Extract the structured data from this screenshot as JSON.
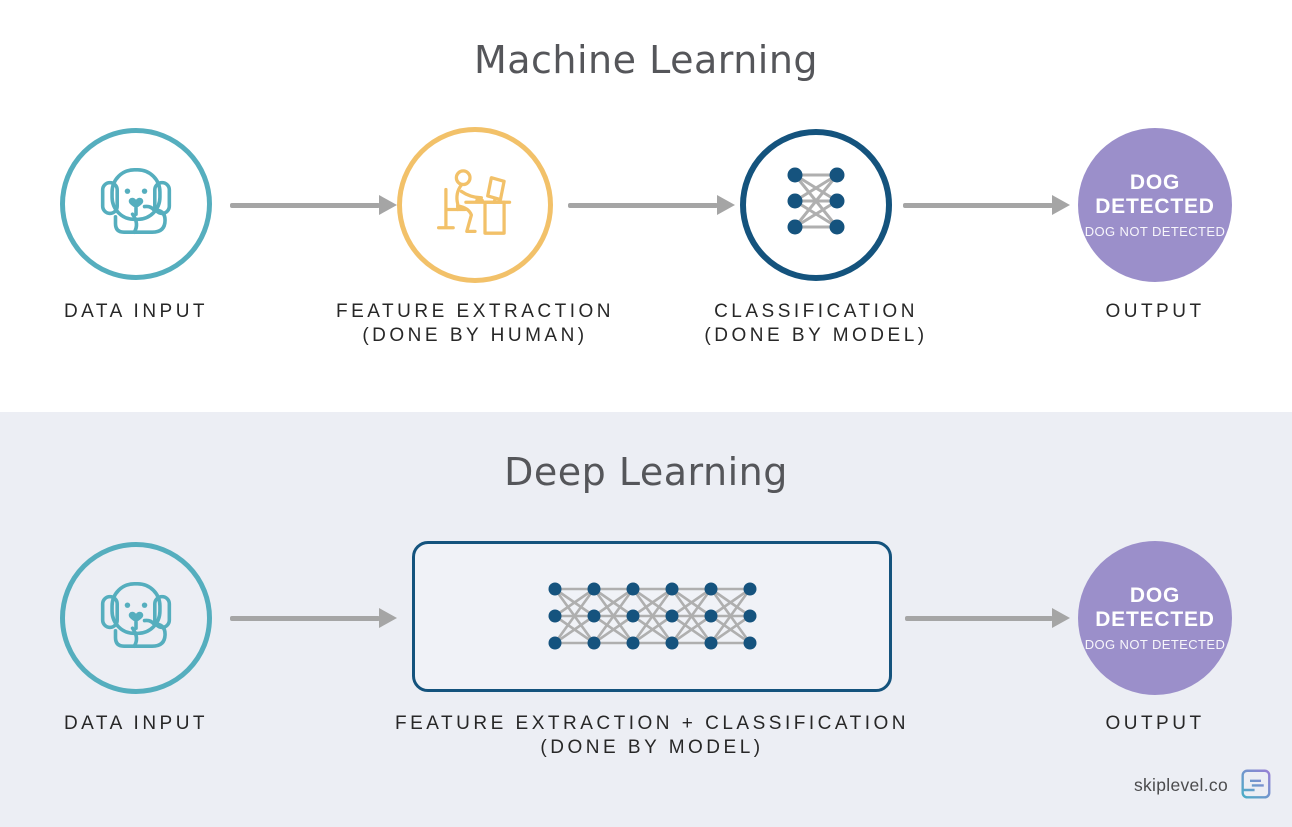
{
  "machine_learning": {
    "title": "Machine Learning",
    "data_input_label": "DATA INPUT",
    "feature_extraction_label": "FEATURE EXTRACTION",
    "feature_extraction_sub": "(DONE BY HUMAN)",
    "classification_label": "CLASSIFICATION",
    "classification_sub": "(DONE BY MODEL)",
    "output_label": "OUTPUT",
    "output_detected": "DOG DETECTED",
    "output_not_detected": "DOG NOT DETECTED"
  },
  "deep_learning": {
    "title": "Deep Learning",
    "data_input_label": "DATA INPUT",
    "box_label": "FEATURE EXTRACTION + CLASSIFICATION",
    "box_sub": "(DONE BY MODEL)",
    "output_label": "OUTPUT",
    "output_detected": "DOG DETECTED",
    "output_not_detected": "DOG NOT DETECTED"
  },
  "footer": {
    "brand": "skiplevel.co"
  },
  "icons": {
    "data_input": "dog-icon",
    "feature_extraction": "human-at-desk-icon",
    "classification": "neural-network-icon",
    "deep_network": "deep-neural-network-icon",
    "brand_logo": "skiplevel-logo-icon"
  },
  "colors": {
    "teal": "#55AEBE",
    "yellow": "#F2C169",
    "navy": "#14537D",
    "node_navy": "#15537E",
    "purple": "#9B8FCA",
    "arrow_gray": "#A5A5A5",
    "net_line_gray": "#AFAFAF",
    "top_background": "#FFFFFF",
    "bottom_background": "#ECEEF4",
    "title_text": "#55565A",
    "label_text": "#272727"
  }
}
